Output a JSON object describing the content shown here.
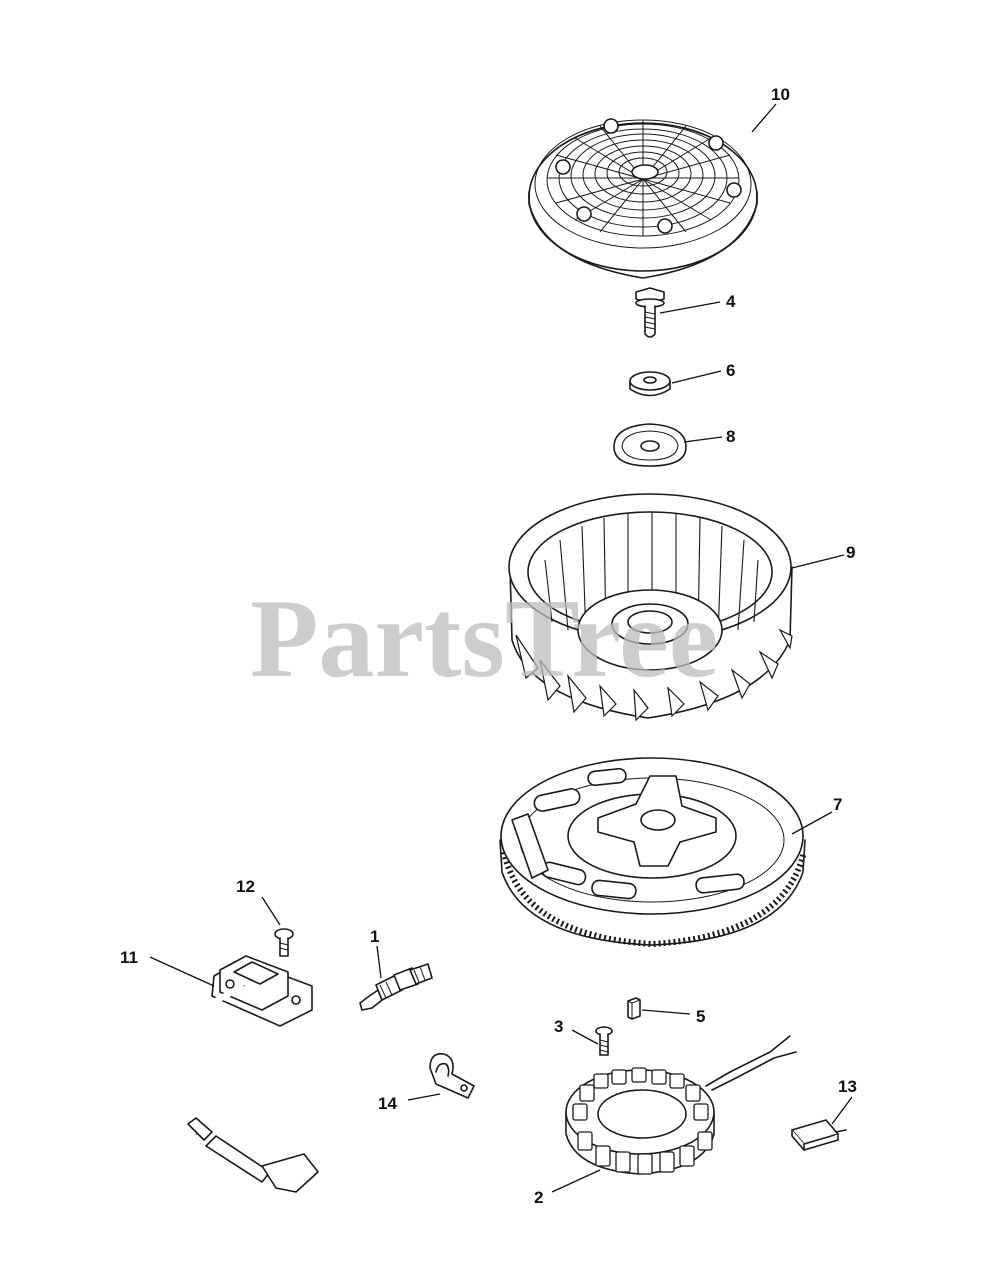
{
  "watermark": {
    "text": "PartsTree"
  },
  "parts": [
    {
      "id": "part-10",
      "label": "10"
    },
    {
      "id": "part-4",
      "label": "4"
    },
    {
      "id": "part-6",
      "label": "6"
    },
    {
      "id": "part-8",
      "label": "8"
    },
    {
      "id": "part-9",
      "label": "9"
    },
    {
      "id": "part-7",
      "label": "7"
    },
    {
      "id": "part-12",
      "label": "12"
    },
    {
      "id": "part-1",
      "label": "1"
    },
    {
      "id": "part-11",
      "label": "11"
    },
    {
      "id": "part-3",
      "label": "3"
    },
    {
      "id": "part-5",
      "label": "5"
    },
    {
      "id": "part-14",
      "label": "14"
    },
    {
      "id": "part-13",
      "label": "13"
    },
    {
      "id": "part-2",
      "label": "2"
    }
  ]
}
